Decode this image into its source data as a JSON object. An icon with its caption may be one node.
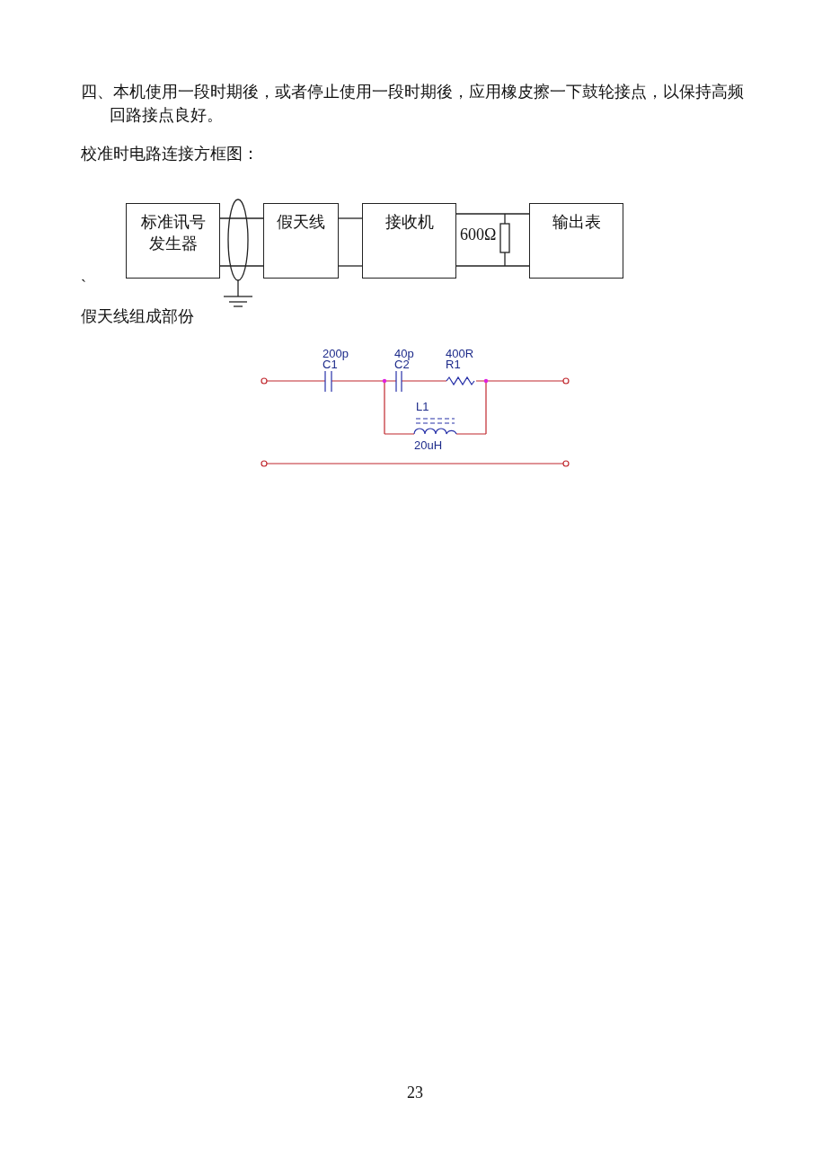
{
  "diagram": {
    "nodes": [
      {
        "text": [
          "标准讯号发生器"
        ]
      },
      {
        "text": [
          "假天线"
        ]
      },
      {
        "text": [
          "接收机"
        ]
      },
      {
        "text": [
          "输出表"
        ]
      }
    ],
    "edges": [
      {
        "from": 0,
        "to": 1,
        "arrow": "none"
      },
      {
        "from": 0,
        "to": 1,
        "arrow": "none"
      },
      {
        "from": 1,
        "to": 2,
        "arrow": "none"
      },
      {
        "from": 1,
        "to": 2,
        "arrow": "none"
      },
      {
        "from": 2,
        "to": 3,
        "arrow": "none"
      },
      {
        "from": 2,
        "to": 3,
        "arrow": "none"
      }
    ],
    "labels": [
      "四、本机使用一段时期後，或者停止使用一段时期後，应用橡皮擦一下鼓轮接点，以保持高频回路接点良好。",
      "校准时电路连接方框图：",
      "600Ω",
      "`",
      "假天线组成部份",
      "200p",
      "C1",
      "40p",
      "C2",
      "400R",
      "R1",
      "L1",
      "20uH",
      "23"
    ]
  }
}
